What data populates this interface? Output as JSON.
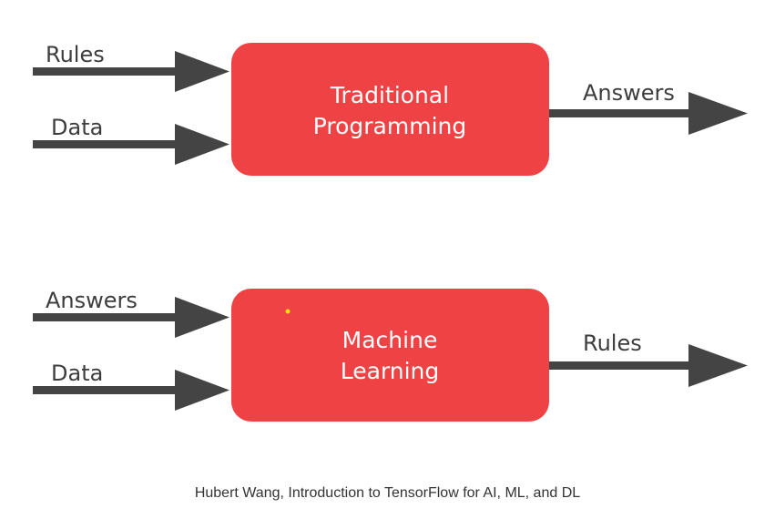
{
  "diagram": {
    "top": {
      "box_line1": "Traditional",
      "box_line2": "Programming",
      "input1": "Rules",
      "input2": "Data",
      "output": "Answers"
    },
    "bottom": {
      "box_line1": "Machine",
      "box_line2": "Learning",
      "input1": "Answers",
      "input2": "Data",
      "output": "Rules"
    },
    "colors": {
      "box": "#ef4244",
      "arrow": "#444444",
      "text": "#3d3d3d",
      "dot": "#f7e000"
    }
  },
  "caption": "Hubert Wang, Introduction to TensorFlow for AI, ML, and DL"
}
